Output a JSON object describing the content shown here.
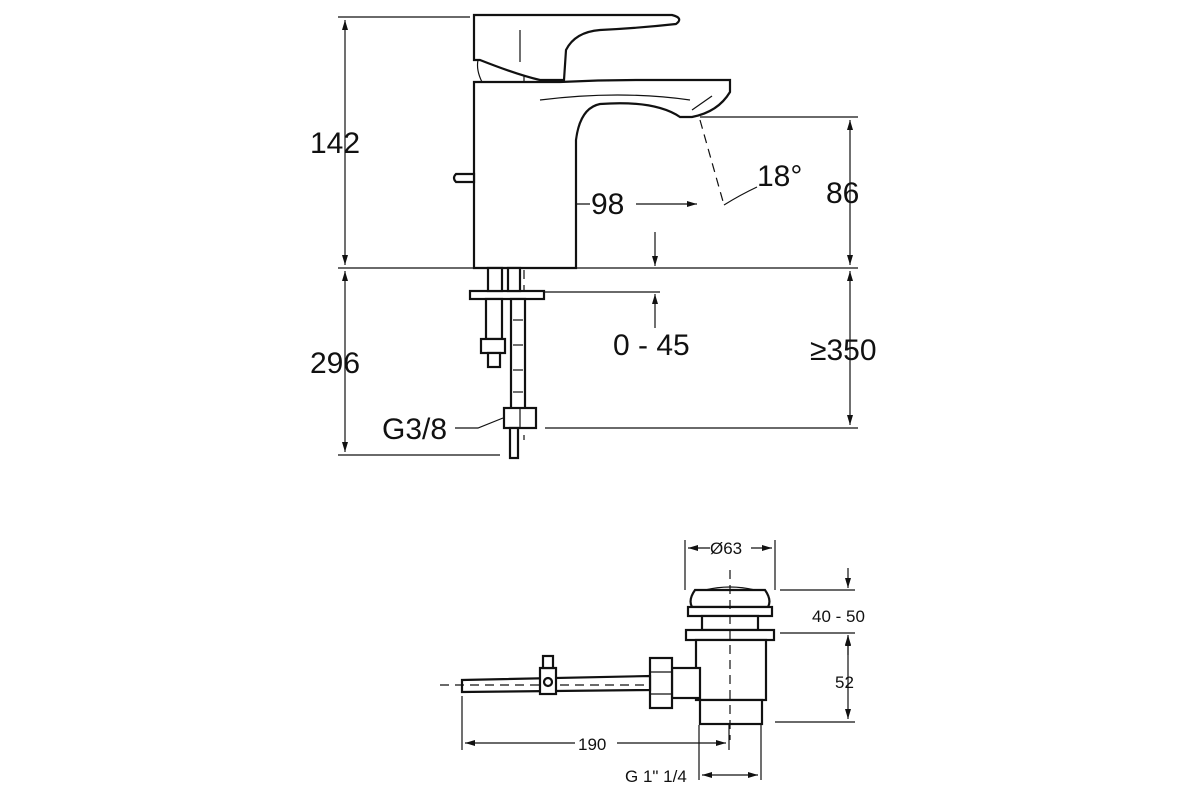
{
  "faucet": {
    "dim_height_body": "142",
    "dim_height_below": "296",
    "dim_reach": "98",
    "dim_spout_height": "86",
    "dim_angle": "18°",
    "dim_deck_range": "0 - 45",
    "dim_clearance": "≥350",
    "dim_connection": "G3/8"
  },
  "waste": {
    "dim_diameter": "Ø63",
    "dim_plug_range": "40 - 50",
    "dim_body_height": "52",
    "dim_rod_length": "190",
    "dim_thread": "G 1\" 1/4"
  }
}
